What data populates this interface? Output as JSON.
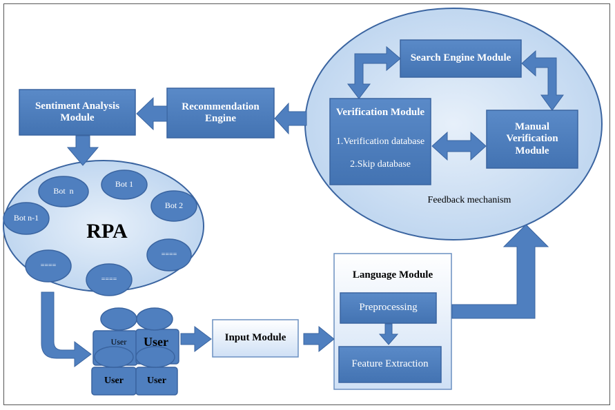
{
  "colors": {
    "box_fill": "#4f7fbf",
    "box_stroke": "#3a64a0",
    "ellipse_fill": "#c6dcf2",
    "ellipse_stroke": "#3a64a0",
    "light_box_fill": "#dbe8f7",
    "arrow_fill": "#4f7fbf",
    "text_white": "#ffffff",
    "text_dark": "#000000"
  },
  "sentiment": {
    "label": "Sentiment Analysis Module"
  },
  "recommendation": {
    "label": "Recommendation Engine"
  },
  "search_engine": {
    "label": "Search Engine Module"
  },
  "verification": {
    "title": "Verification Module",
    "item1": "1.Verification database",
    "item2": "2.Skip database"
  },
  "manual_verification": {
    "label": "Manual Verification Module"
  },
  "feedback": {
    "label": "Feedback mechanism"
  },
  "rpa": {
    "label": "RPA",
    "bot_n": "Bot  n",
    "bot_1": "Bot 1",
    "bot_2": "Bot 2",
    "bot_n1": "Bot n-1",
    "bot_e1": "====",
    "bot_e2": "====",
    "bot_e3": "===="
  },
  "users": {
    "user_small": "User",
    "user_large": "User",
    "user_bl": "User",
    "user_br": "User"
  },
  "input_module": {
    "label": "Input Module"
  },
  "language_module": {
    "title": "Language Module",
    "preprocessing": "Preprocessing",
    "feature_extraction": "Feature Extraction"
  }
}
